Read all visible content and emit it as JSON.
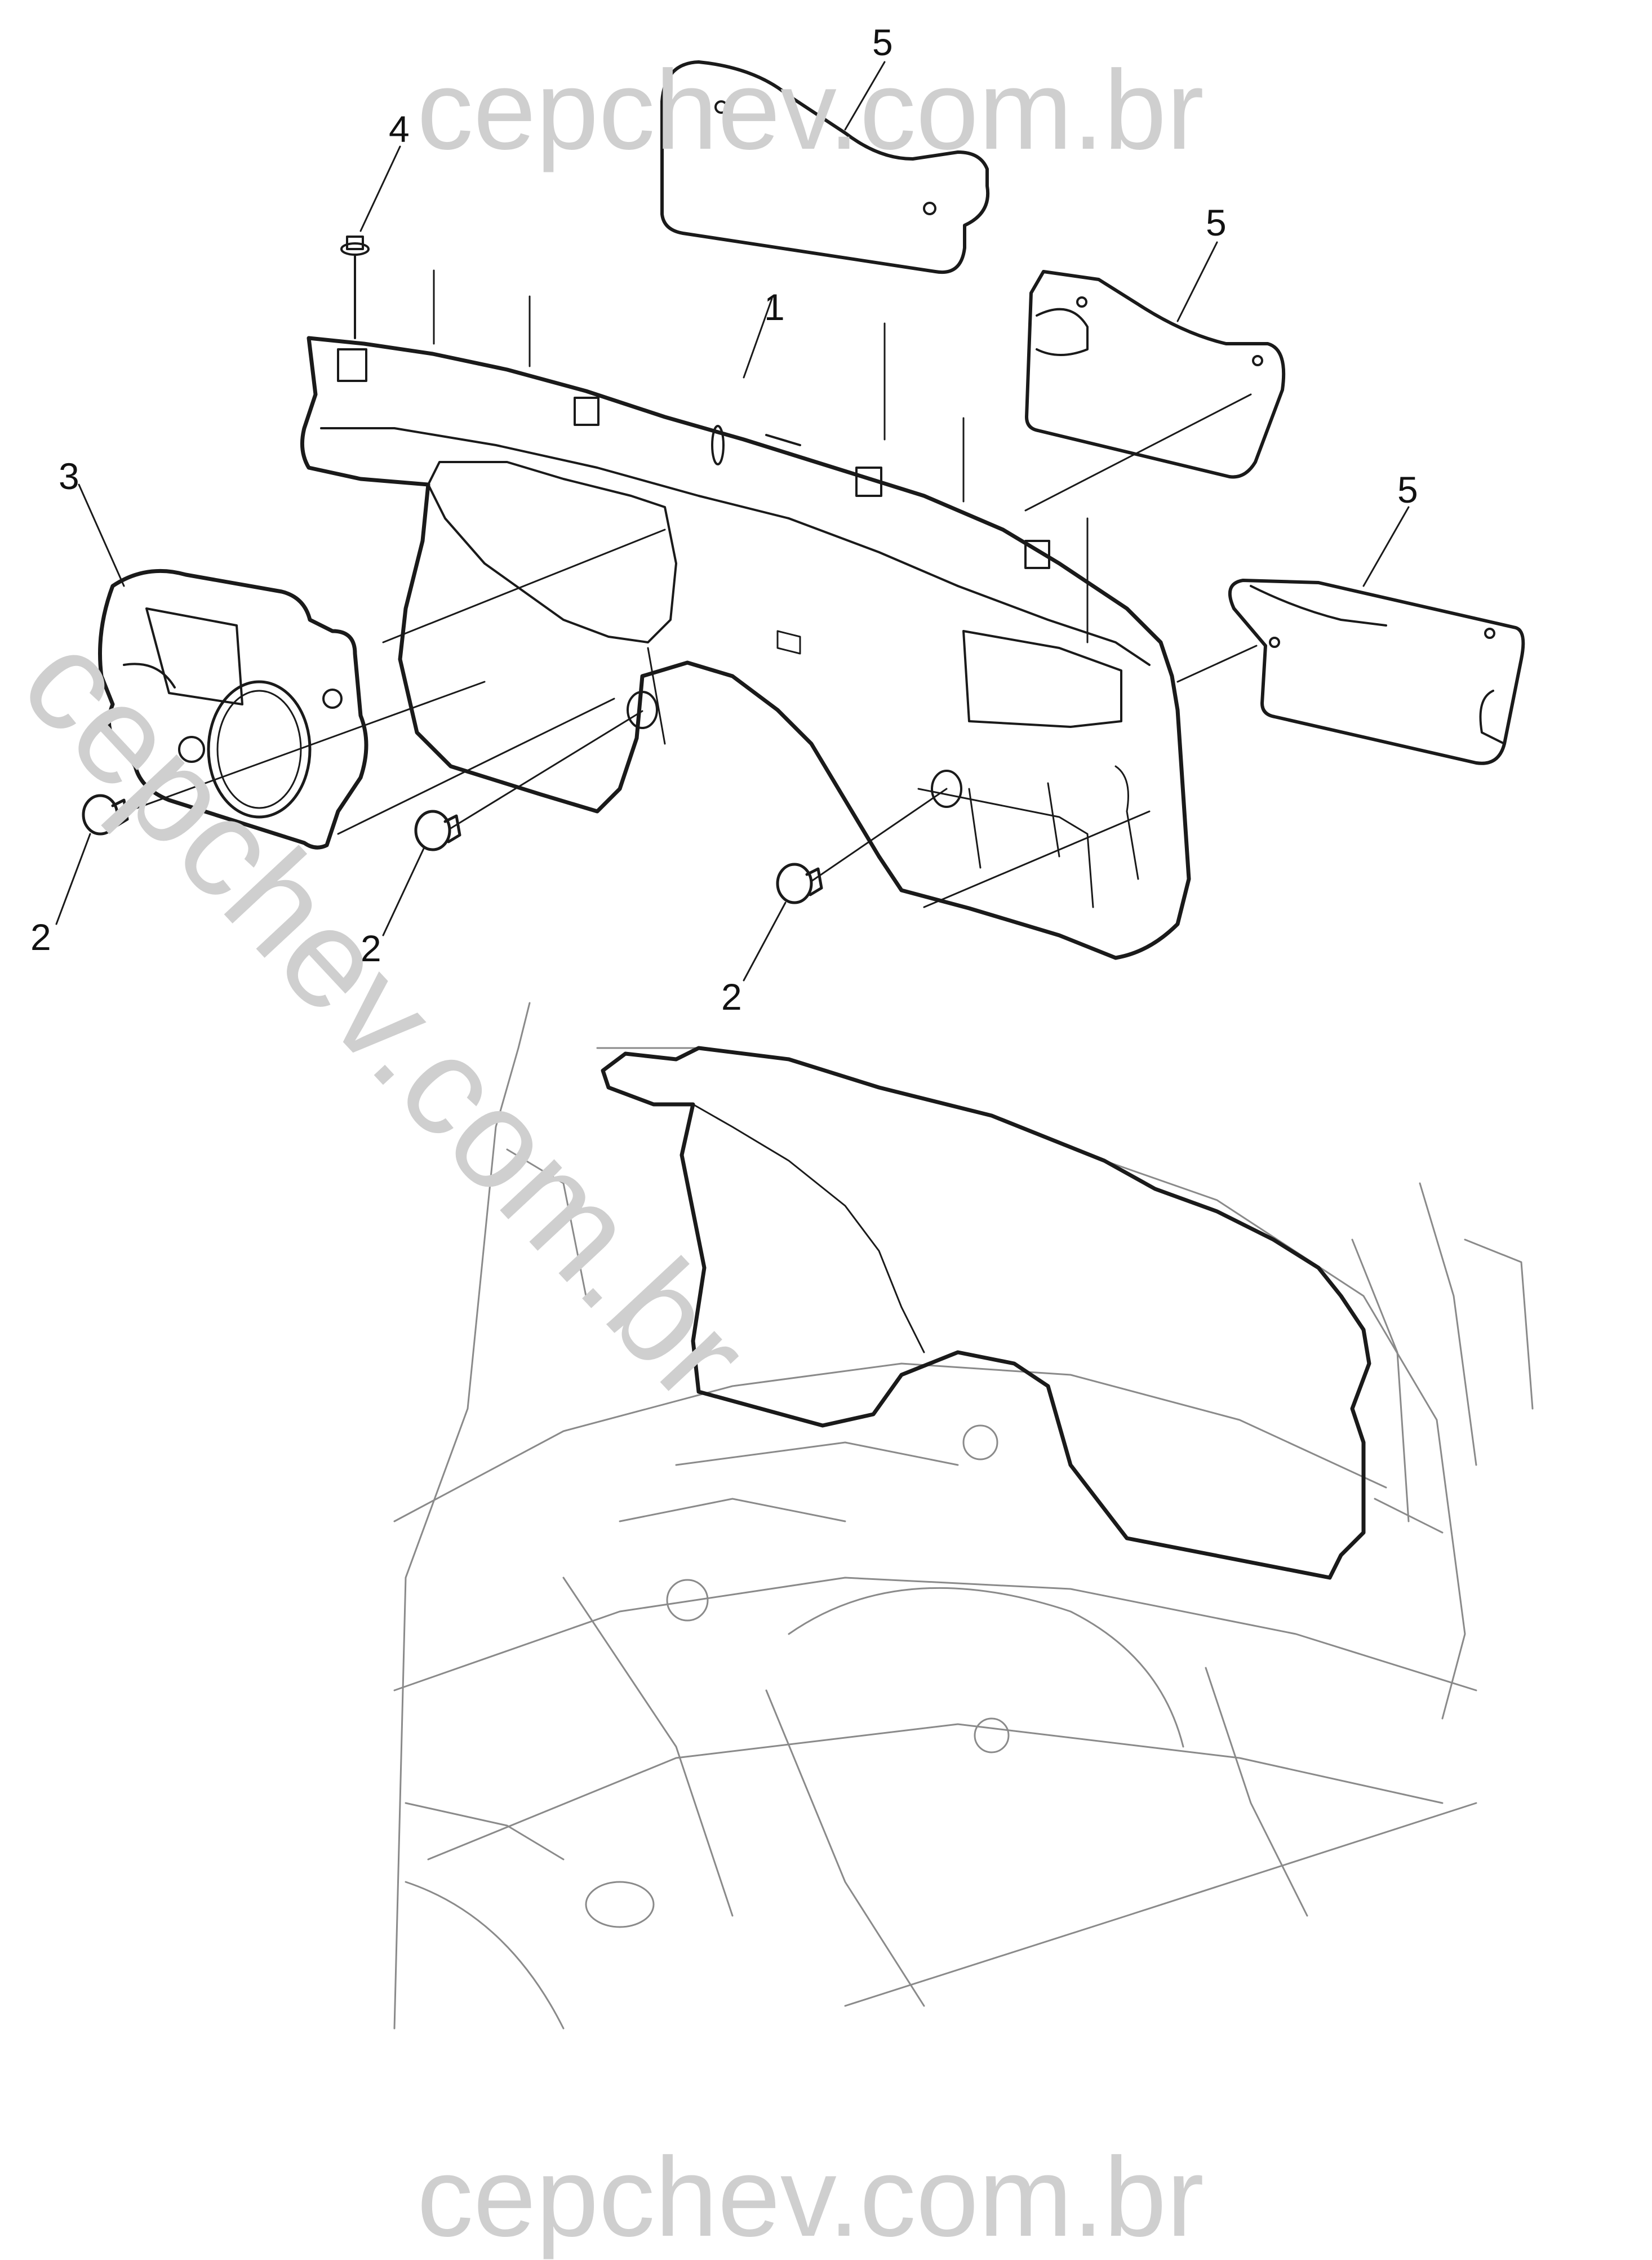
{
  "watermark": {
    "top_text": "cepchev.com.br",
    "diagonal_text": "cepchev.com.br",
    "bottom_text": "cepchev.com.br",
    "color": "#cfcfcf"
  },
  "callouts": [
    {
      "id": "1",
      "label": "1",
      "part": "dash-insulator-panel"
    },
    {
      "id": "2a",
      "label": "2",
      "part": "push-clip-left"
    },
    {
      "id": "2b",
      "label": "2",
      "part": "push-clip-center"
    },
    {
      "id": "2c",
      "label": "2",
      "part": "push-clip-right"
    },
    {
      "id": "3",
      "label": "3",
      "part": "side-insulator-pad"
    },
    {
      "id": "4",
      "label": "4",
      "part": "retainer-bolt"
    },
    {
      "id": "5a",
      "label": "5",
      "part": "insulator-pad-top"
    },
    {
      "id": "5b",
      "label": "5",
      "part": "insulator-pad-middle"
    },
    {
      "id": "5c",
      "label": "5",
      "part": "insulator-pad-lower"
    }
  ],
  "colors": {
    "line": "#1a1a1a",
    "light_line": "#8a8a8a"
  }
}
